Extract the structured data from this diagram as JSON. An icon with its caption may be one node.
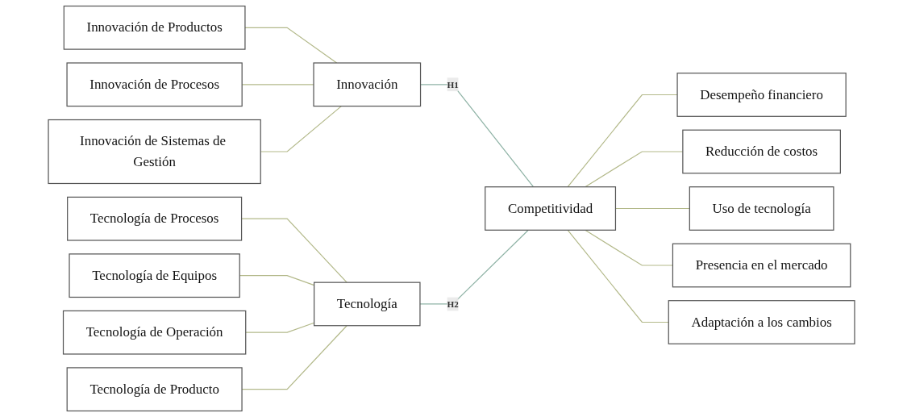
{
  "diagram": {
    "nodes": [
      {
        "text": [
          "Innovación de Productos"
        ]
      },
      {
        "text": [
          "Innovación de Procesos"
        ]
      },
      {
        "text": [
          "Innovación de Sistemas de Gestión"
        ]
      },
      {
        "text": [
          "Innovación"
        ]
      },
      {
        "text": [
          "Tecnología de Procesos"
        ]
      },
      {
        "text": [
          "Tecnología de Equipos"
        ]
      },
      {
        "text": [
          "Tecnología de Operación"
        ]
      },
      {
        "text": [
          "Tecnología de Producto"
        ]
      },
      {
        "text": [
          "Tecnología"
        ]
      },
      {
        "text": [
          "Competitividad"
        ]
      },
      {
        "text": [
          "Desempeño financiero"
        ]
      },
      {
        "text": [
          "Reducción de costos"
        ]
      },
      {
        "text": [
          "Uso de tecnología"
        ]
      },
      {
        "text": [
          "Presencia en el mercado"
        ]
      },
      {
        "text": [
          "Adaptación a los cambios"
        ]
      }
    ],
    "edges": [
      {
        "from": 0,
        "to": 3,
        "arrow": "none"
      },
      {
        "from": 1,
        "to": 3,
        "arrow": "none"
      },
      {
        "from": 2,
        "to": 3,
        "arrow": "none"
      },
      {
        "from": 4,
        "to": 8,
        "arrow": "none"
      },
      {
        "from": 5,
        "to": 8,
        "arrow": "none"
      },
      {
        "from": 6,
        "to": 8,
        "arrow": "none"
      },
      {
        "from": 7,
        "to": 8,
        "arrow": "none"
      },
      {
        "from": 3,
        "to": 9,
        "arrow": "none",
        "label": "H1",
        "color": "#8fb3a6"
      },
      {
        "from": 8,
        "to": 9,
        "arrow": "none",
        "label": "H2",
        "color": "#8fb3a6"
      },
      {
        "from": 9,
        "to": 10,
        "arrow": "none"
      },
      {
        "from": 9,
        "to": 11,
        "arrow": "none"
      },
      {
        "from": 9,
        "to": 12,
        "arrow": "none"
      },
      {
        "from": 9,
        "to": 13,
        "arrow": "none"
      },
      {
        "from": 9,
        "to": 14,
        "arrow": "none"
      }
    ]
  }
}
